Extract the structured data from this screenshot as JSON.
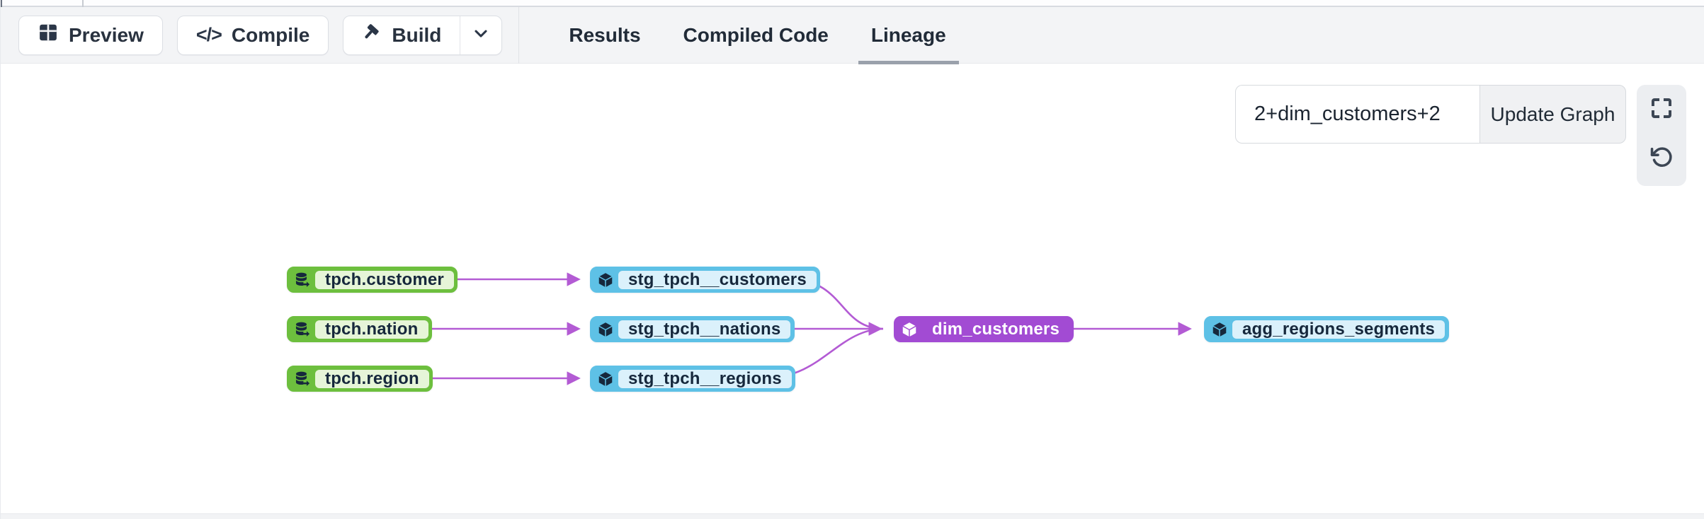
{
  "toolbar": {
    "preview_label": "Preview",
    "compile_label": "Compile",
    "build_label": "Build"
  },
  "tabs": {
    "results": "Results",
    "compiled_code": "Compiled Code",
    "lineage": "Lineage",
    "active": "Lineage"
  },
  "lineage_controls": {
    "selector_value": "2+dim_customers+2",
    "update_button_label": "Update Graph"
  },
  "icons": {
    "preview": "table-grid-icon",
    "compile": "code-icon",
    "build": "hammer-icon",
    "build_more": "chevron-down-icon",
    "fullscreen": "fullscreen-expand-icon",
    "reset": "rotate-ccw-icon",
    "source_node": "database-arrow-icon",
    "model_node": "cube-icon"
  },
  "colors": {
    "source_green": "#6dbf3e",
    "source_green_bg": "#e6f5d8",
    "model_blue": "#5ec1e6",
    "model_blue_bg": "#dbf1fb",
    "selected_purple": "#a24bd3",
    "edge_purple": "#b35bd4",
    "toolbar_bg": "#f3f4f6",
    "node_text": "#16283c"
  },
  "graph": {
    "nodes": [
      {
        "id": "source-tpch-customer",
        "label": "tpch.customer",
        "type": "source",
        "selected": false
      },
      {
        "id": "source-tpch-nation",
        "label": "tpch.nation",
        "type": "source",
        "selected": false
      },
      {
        "id": "source-tpch-region",
        "label": "tpch.region",
        "type": "source",
        "selected": false
      },
      {
        "id": "model-stg-tpch-customers",
        "label": "stg_tpch__customers",
        "type": "model",
        "selected": false
      },
      {
        "id": "model-stg-tpch-nations",
        "label": "stg_tpch__nations",
        "type": "model",
        "selected": false
      },
      {
        "id": "model-stg-tpch-regions",
        "label": "stg_tpch__regions",
        "type": "model",
        "selected": false
      },
      {
        "id": "model-dim-customers",
        "label": "dim_customers",
        "type": "model",
        "selected": true
      },
      {
        "id": "model-agg-regions-segments",
        "label": "agg_regions_segments",
        "type": "model",
        "selected": false
      }
    ],
    "edges": [
      {
        "from": "tpch.customer",
        "to": "stg_tpch__customers"
      },
      {
        "from": "tpch.nation",
        "to": "stg_tpch__nations"
      },
      {
        "from": "tpch.region",
        "to": "stg_tpch__regions"
      },
      {
        "from": "stg_tpch__customers",
        "to": "dim_customers"
      },
      {
        "from": "stg_tpch__nations",
        "to": "dim_customers"
      },
      {
        "from": "stg_tpch__regions",
        "to": "dim_customers"
      },
      {
        "from": "dim_customers",
        "to": "agg_regions_segments"
      }
    ]
  }
}
